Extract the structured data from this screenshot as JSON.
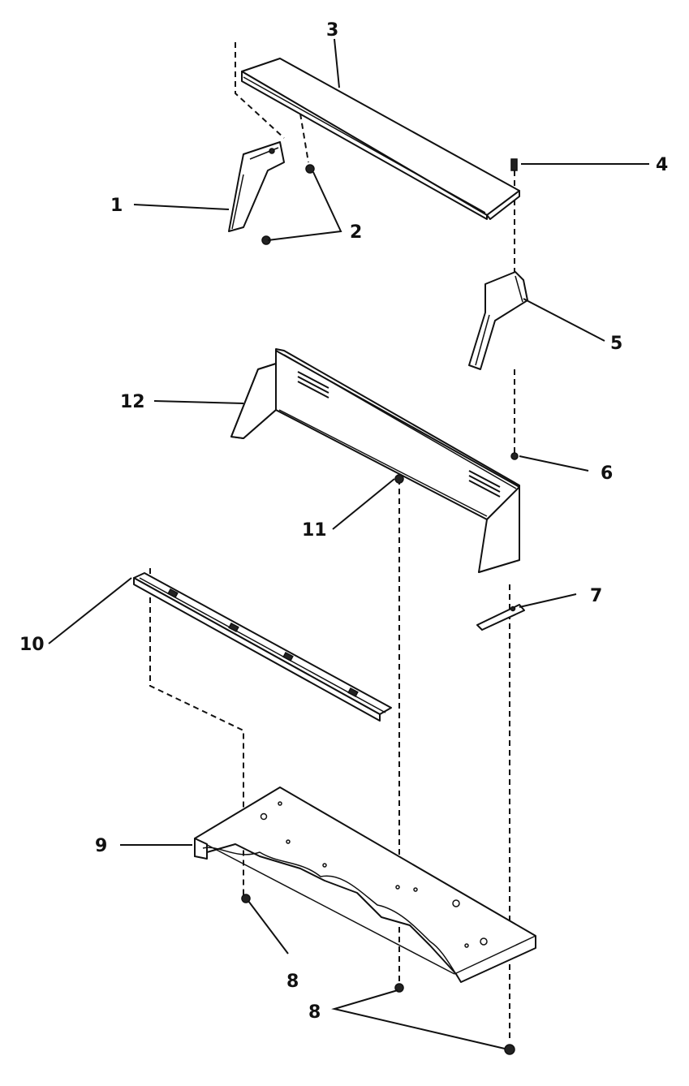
{
  "callouts": [
    {
      "id": "c1",
      "label": "1"
    },
    {
      "id": "c2",
      "label": "2"
    },
    {
      "id": "c3",
      "label": "3"
    },
    {
      "id": "c4",
      "label": "4"
    },
    {
      "id": "c5",
      "label": "5"
    },
    {
      "id": "c6",
      "label": "6"
    },
    {
      "id": "c7",
      "label": "7"
    },
    {
      "id": "c8a",
      "label": "8"
    },
    {
      "id": "c8b",
      "label": "8"
    },
    {
      "id": "c9",
      "label": "9"
    },
    {
      "id": "c10",
      "label": "10"
    },
    {
      "id": "c11",
      "label": "11"
    },
    {
      "id": "c12",
      "label": "12"
    }
  ],
  "colors": {
    "ink": "#111111",
    "paper": "#ffffff"
  }
}
